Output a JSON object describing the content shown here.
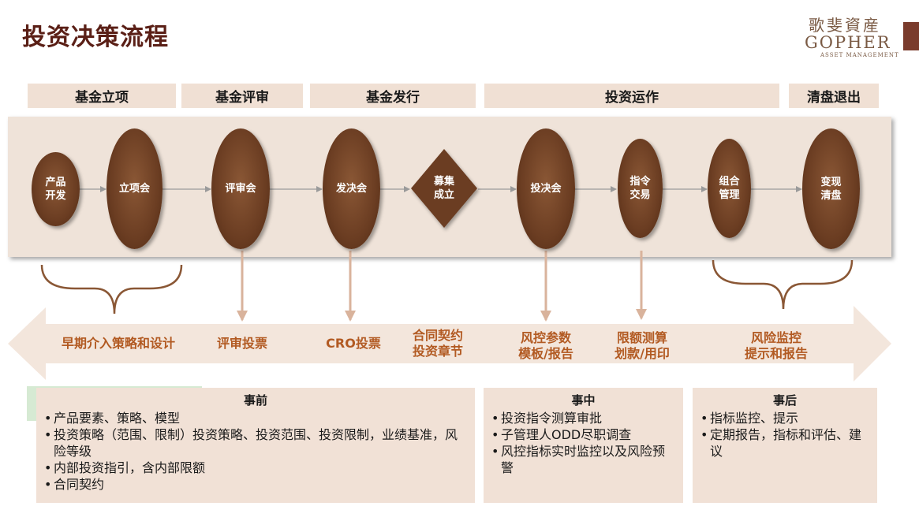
{
  "title": "投资决策流程",
  "logo": {
    "cn": "歌斐資産",
    "en": "GOPHER",
    "sub": "ASSET MANAGEMENT"
  },
  "stages": [
    "基金立项",
    "基金评审",
    "基金发行",
    "投资运作",
    "清盘退出"
  ],
  "nodes": {
    "product_dev": "产品\n开发",
    "setup_meeting": "立项会",
    "review_meeting": "评审会",
    "issue_meeting": "发决会",
    "fundraise": "募集\n成立",
    "invest_meeting": "投决会",
    "order_trade": "指令\n交易",
    "portfolio_mgmt": "组合\n管理",
    "liquidation": "变现\n清盘"
  },
  "tools": {
    "early": "早期介入策略和设计",
    "review_vote": "评审投票",
    "cro_vote": "CRO投票",
    "contract": "合同契约\n投资章节",
    "risk_params": "风控参数\n模板/报告",
    "limit_calc": "限额测算\n划款/用印",
    "risk_monitor": "风险监控\n提示和报告"
  },
  "before": {
    "heading": "事前",
    "items": [
      "产品要素、策略、模型",
      "投资策略（范围、限制）投资策略、投资范围、投资限制，业绩基准，风险等级",
      "内部投资指引，含内部限额",
      "合同契约"
    ]
  },
  "during": {
    "heading": "事中",
    "items": [
      "投资指令测算审批",
      "子管理人ODD尽职调查",
      "风控指标实时监控以及风险预警"
    ]
  },
  "after": {
    "heading": "事后",
    "items": [
      "指标监控、提示",
      "定期报告，指标和评估、建议"
    ]
  },
  "colors": {
    "title": "#5a1f16",
    "node_brown": "#6b3d22",
    "tool_text": "#b25a22",
    "stage_bg": "#f0e0d4",
    "band_bg": "#efe3d9",
    "arrow_bg": "#f3e6dc",
    "box_bg": "#f1e1d6"
  }
}
